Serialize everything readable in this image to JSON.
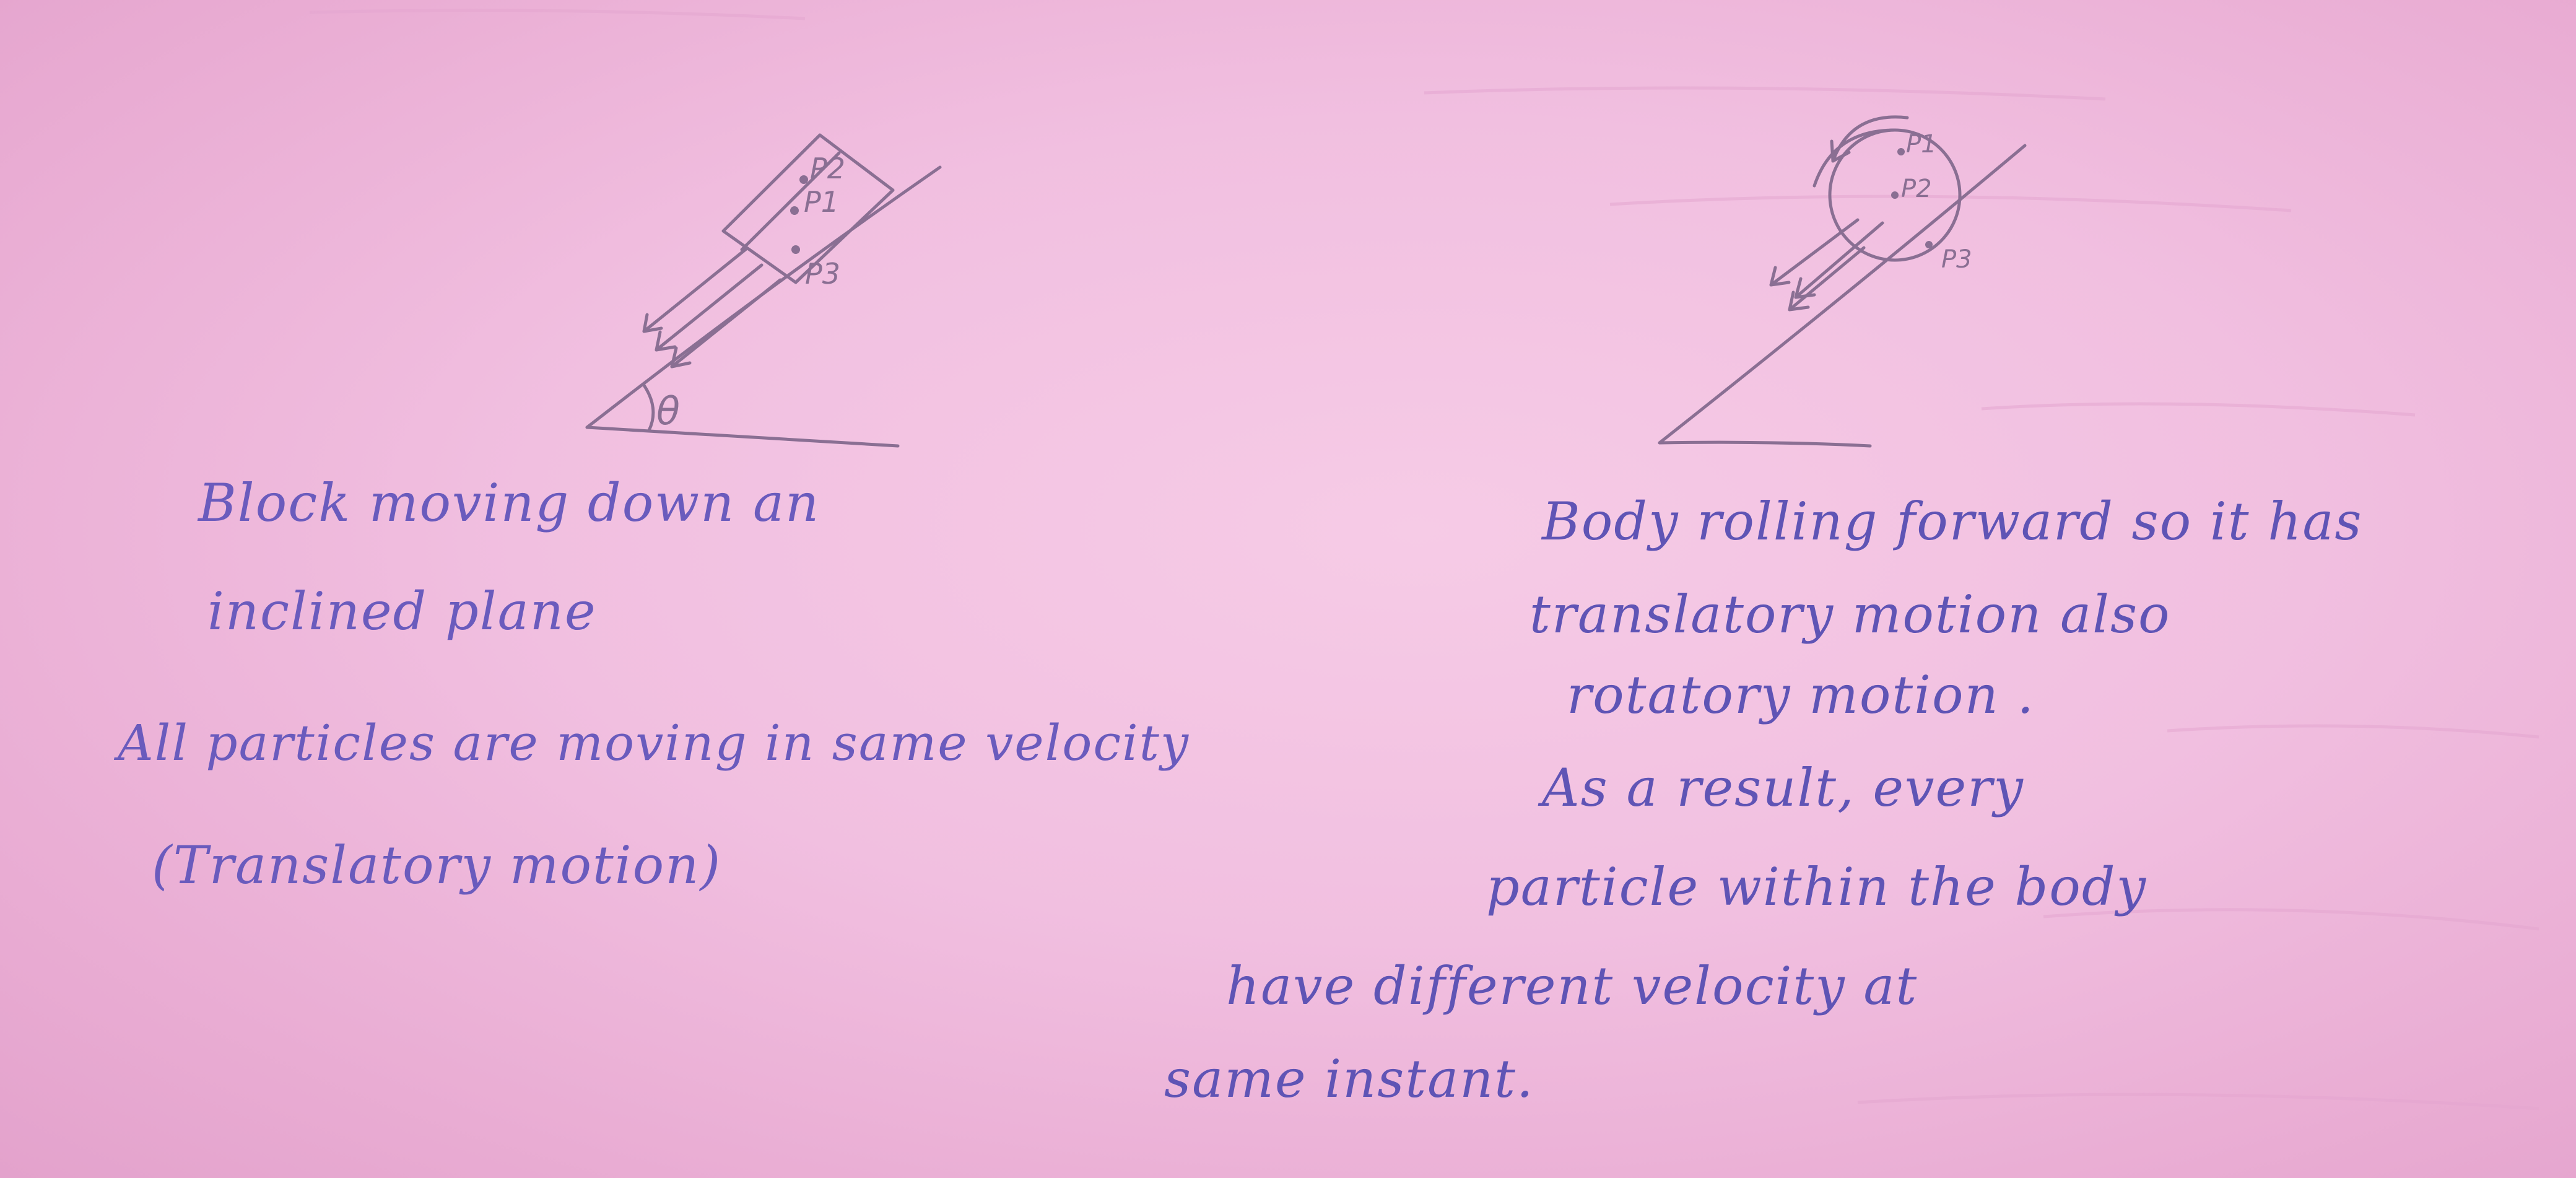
{
  "notes": {
    "left_caption": {
      "line1": "Block moving down an",
      "line2": "inclined plane"
    },
    "left_summary": {
      "line1": "All particles are moving in same velocity",
      "line2": "(Translatory motion)"
    },
    "right_caption": {
      "line1": "Body rolling forward so it has",
      "line2": "translatory motion also",
      "line3": "rotatory motion ."
    },
    "right_summary": {
      "line1": "As a result, every",
      "line2": "particle within the body",
      "line3": "have different velocity at",
      "line4": "same instant."
    }
  },
  "figures": {
    "block_on_incline": {
      "points": [
        "P2",
        "P1",
        "P3"
      ],
      "angle_label": "θ"
    },
    "rolling_body": {
      "points": [
        "P1",
        "P2",
        "P3"
      ]
    }
  },
  "colors": {
    "paper": "#f1bfe0",
    "pencil": "#8a6f93",
    "ink": "#6a5bbd"
  }
}
